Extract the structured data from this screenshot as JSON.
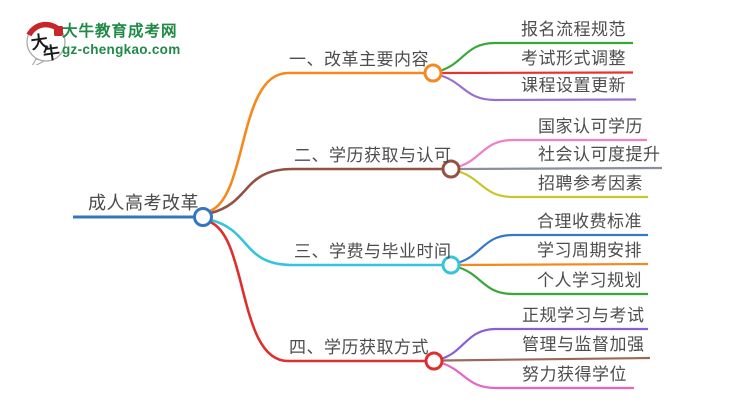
{
  "logo": {
    "title": "大牛教育成考网",
    "domain": "gz-chengkao.com",
    "bubble_char_top": "大",
    "bubble_char_bottom": "牛",
    "green": "#1e8a45",
    "red": "#c8262b"
  },
  "root": {
    "label": "成人高考改革",
    "color": "#3577be"
  },
  "branches": [
    {
      "label": "一、改革主要内容",
      "color": "#f5891d",
      "children": [
        {
          "label": "报名流程规范",
          "color": "#3aa838"
        },
        {
          "label": "考试形式调整",
          "color": "#e8312a"
        },
        {
          "label": "课程设置更新",
          "color": "#9a6fd0"
        }
      ]
    },
    {
      "label": "二、学历获取与认可",
      "color": "#945043",
      "children": [
        {
          "label": "国家认可学历",
          "color": "#f07fc5"
        },
        {
          "label": "社会认可度提升",
          "color": "#8a9096"
        },
        {
          "label": "招聘参考因素",
          "color": "#c6c72e"
        }
      ]
    },
    {
      "label": "三、学费与毕业时间",
      "color": "#35c4dc",
      "children": [
        {
          "label": "合理收费标准",
          "color": "#3478c8"
        },
        {
          "label": "学习周期安排",
          "color": "#f5891d"
        },
        {
          "label": "个人学习规划",
          "color": "#3aa838"
        }
      ]
    },
    {
      "label": "四、学历获取方式",
      "color": "#dd2f2e",
      "children": [
        {
          "label": "正规学习与考试",
          "color": "#8a5fd6"
        },
        {
          "label": "管理与监督加强",
          "color": "#9a6a58"
        },
        {
          "label": "努力获得学位",
          "color": "#e566c3"
        }
      ]
    }
  ]
}
